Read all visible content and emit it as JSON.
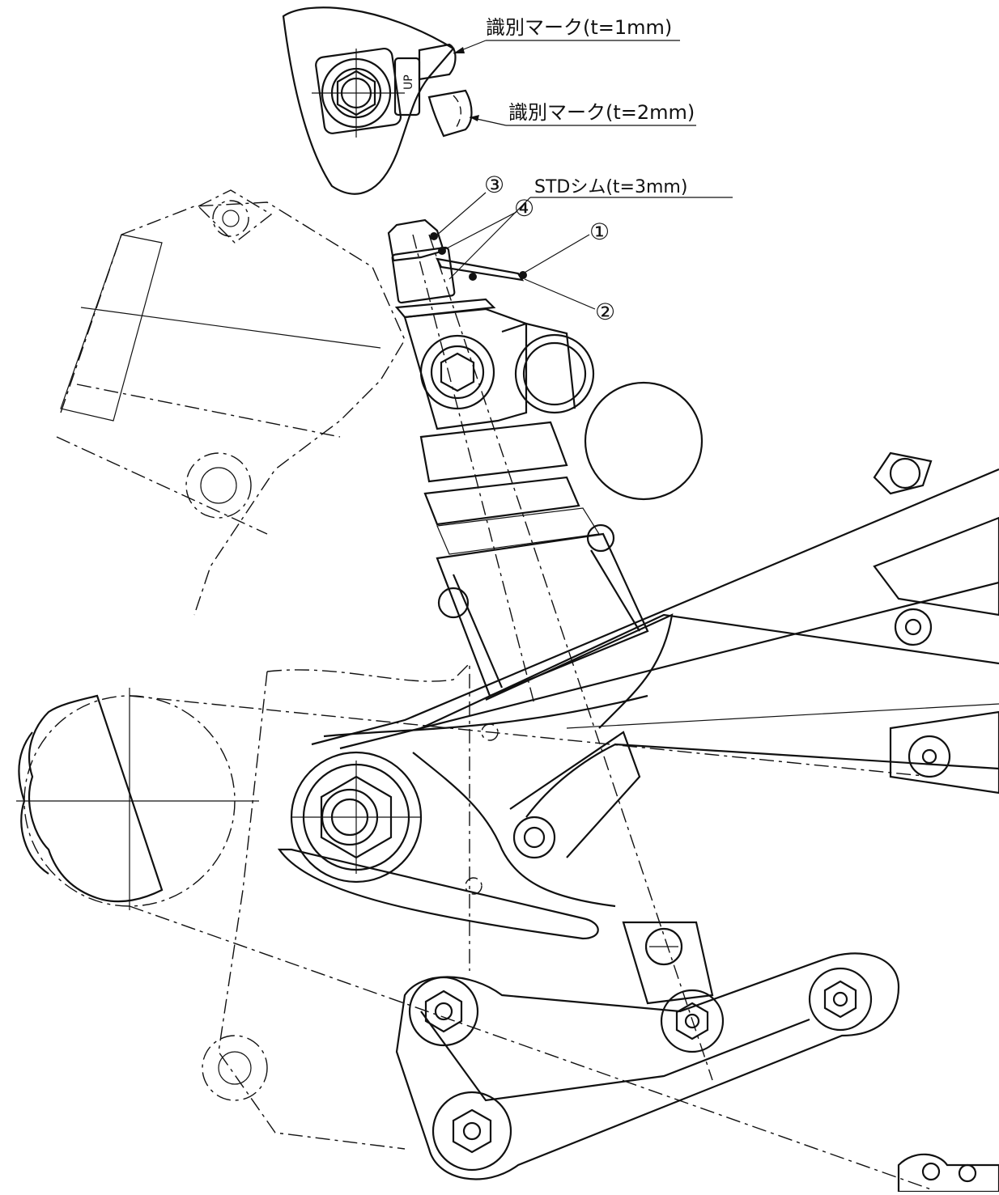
{
  "labels": {
    "mark_1mm": "識別マーク(t=1mm)",
    "mark_2mm": "識別マーク(t=2mm)",
    "std_shim": "STDシム(t=3mm)",
    "up_mark": "UP"
  },
  "callouts": {
    "n1": "①",
    "n2": "②",
    "n3": "③",
    "n4": "④"
  }
}
